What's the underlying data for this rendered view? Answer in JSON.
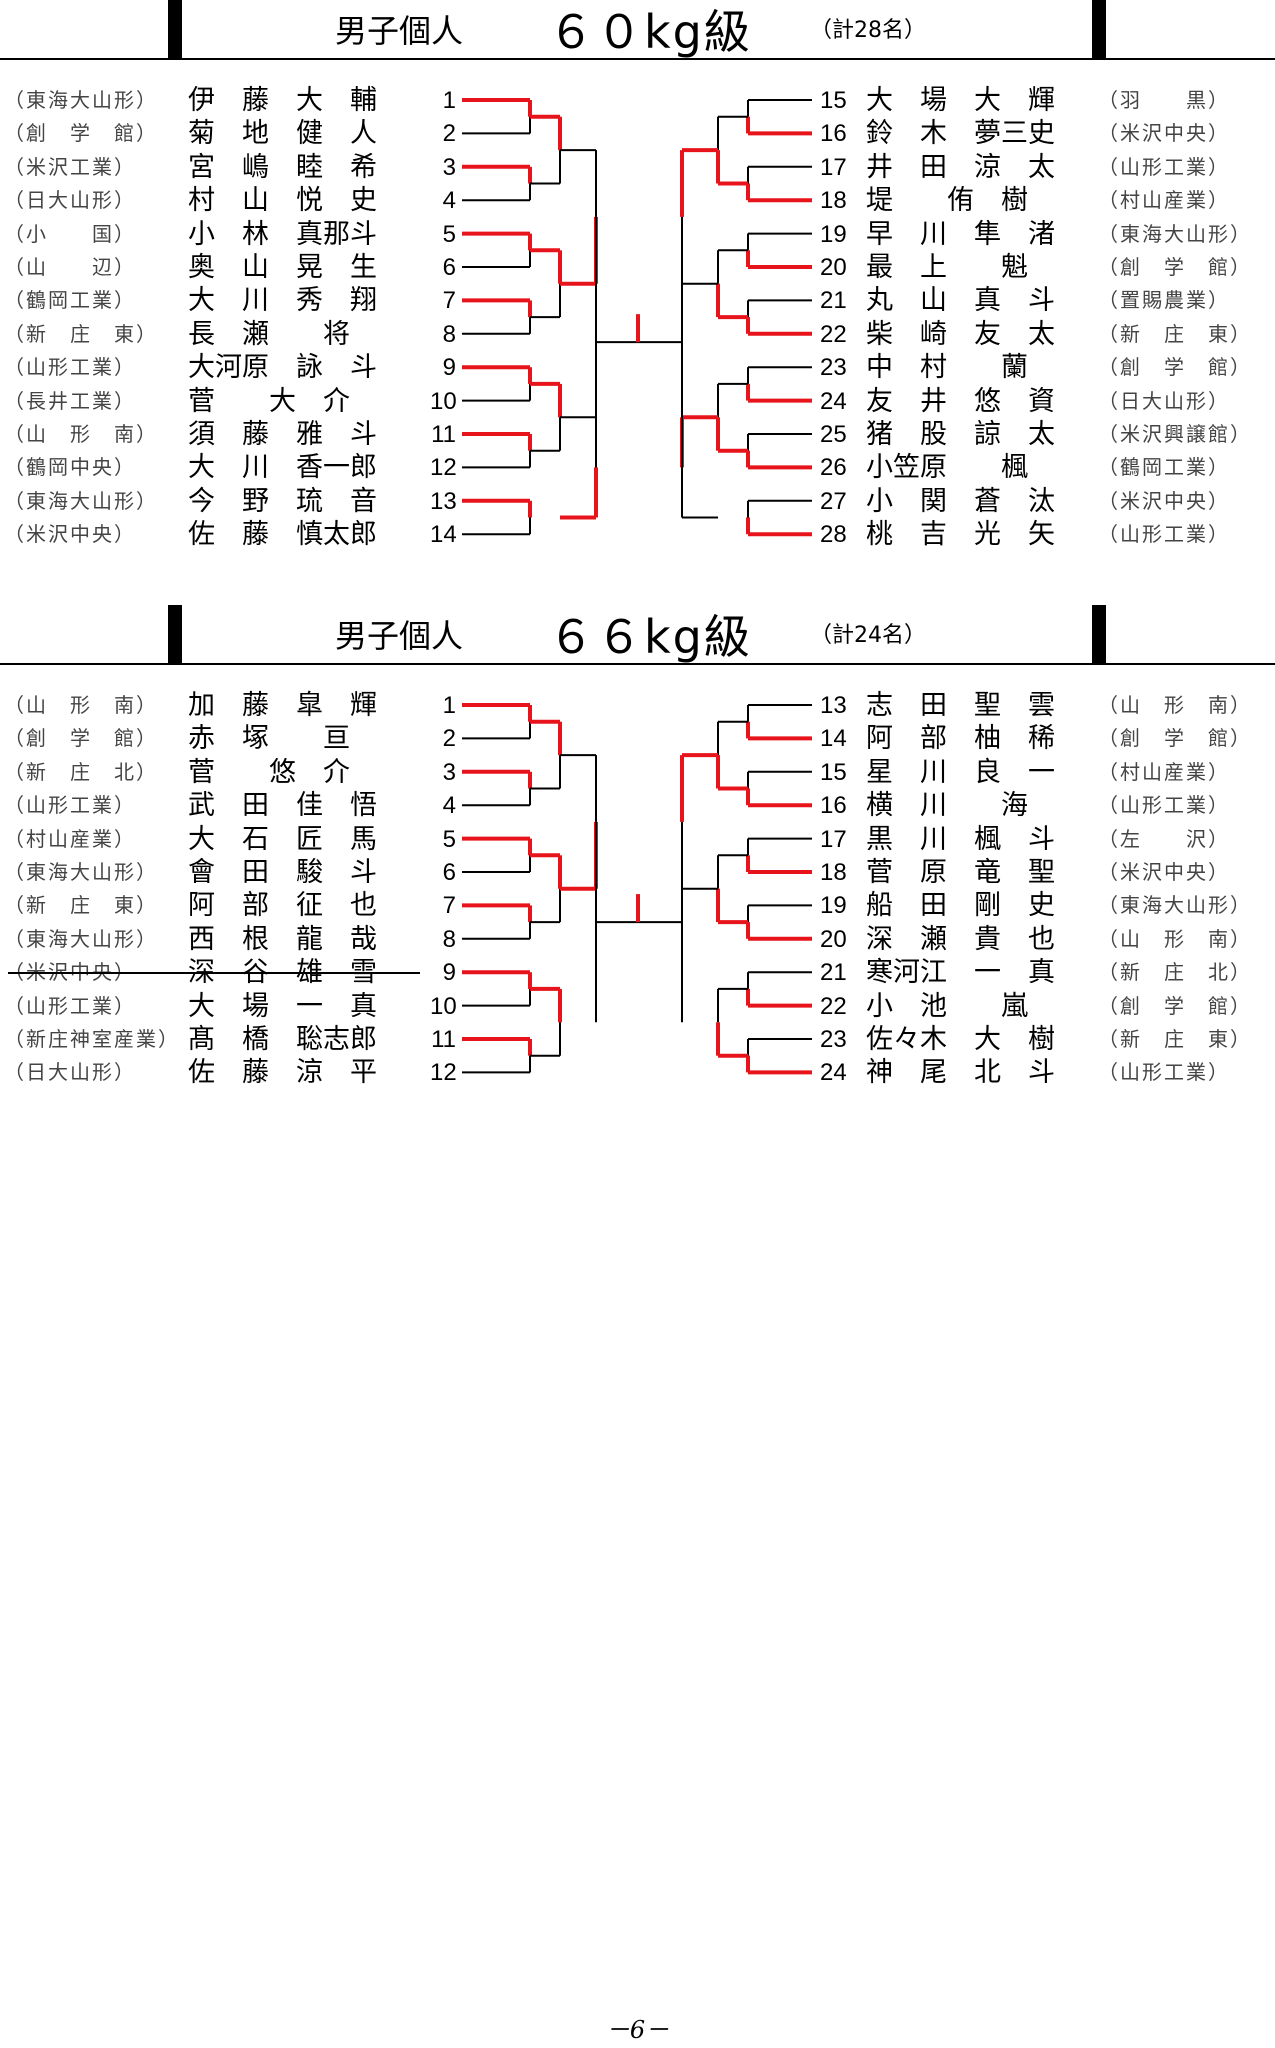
{
  "sections": [
    {
      "title": "男子個人",
      "weight_class": "６０kg級",
      "count": "（計28名）",
      "left": [
        {
          "team": "（東海大山形）",
          "name": "伊　藤　大　輔",
          "num": "1"
        },
        {
          "team": "（創　学　館）",
          "name": "菊　地　健　人",
          "num": "2"
        },
        {
          "team": "（米沢工業）",
          "name": "宮　嶋　睦　希",
          "num": "3"
        },
        {
          "team": "（日大山形）",
          "name": "村　山　悦　史",
          "num": "4"
        },
        {
          "team": "（小　　国）",
          "name": "小　林　真那斗",
          "num": "5"
        },
        {
          "team": "（山　　辺）",
          "name": "奥　山　晃　生",
          "num": "6"
        },
        {
          "team": "（鶴岡工業）",
          "name": "大　川　秀　翔",
          "num": "7"
        },
        {
          "team": "（新　庄　東）",
          "name": "長　瀬　　将",
          "num": "8"
        },
        {
          "team": "（山形工業）",
          "name": "大河原　詠　斗",
          "num": "9"
        },
        {
          "team": "（長井工業）",
          "name": "菅　　大　介",
          "num": "10"
        },
        {
          "team": "（山　形　南）",
          "name": "須　藤　雅　斗",
          "num": "11"
        },
        {
          "team": "（鶴岡中央）",
          "name": "大　川　香一郎",
          "num": "12"
        },
        {
          "team": "（東海大山形）",
          "name": "今　野　琉　音",
          "num": "13"
        },
        {
          "team": "（米沢中央）",
          "name": "佐　藤　慎太郎",
          "num": "14"
        }
      ],
      "right": [
        {
          "num": "15",
          "name": "大　場　大　輝",
          "team": "（羽　　黒）"
        },
        {
          "num": "16",
          "name": "鈴　木　夢三史",
          "team": "（米沢中央）"
        },
        {
          "num": "17",
          "name": "井　田　涼　太",
          "team": "（山形工業）"
        },
        {
          "num": "18",
          "name": "堤　　侑　樹",
          "team": "（村山産業）"
        },
        {
          "num": "19",
          "name": "早　川　隼　渚",
          "team": "（東海大山形）"
        },
        {
          "num": "20",
          "name": "最　上　　魁",
          "team": "（創　学　館）"
        },
        {
          "num": "21",
          "name": "丸　山　真　斗",
          "team": "（置賜農業）"
        },
        {
          "num": "22",
          "name": "柴　崎　友　太",
          "team": "（新　庄　東）"
        },
        {
          "num": "23",
          "name": "中　村　　蘭",
          "team": "（創　学　館）"
        },
        {
          "num": "24",
          "name": "友　井　悠　資",
          "team": "（日大山形）"
        },
        {
          "num": "25",
          "name": "猪　股　諒　太",
          "team": "（米沢興譲館）"
        },
        {
          "num": "26",
          "name": "小笠原　　楓",
          "team": "（鶴岡工業）"
        },
        {
          "num": "27",
          "name": "小　関　蒼　汰",
          "team": "（米沢中央）"
        },
        {
          "num": "28",
          "name": "桃　吉　光　矢",
          "team": "（山形工業）"
        }
      ]
    },
    {
      "title": "男子個人",
      "weight_class": "６６kg級",
      "count": "（計24名）",
      "left": [
        {
          "team": "（山　形　南）",
          "name": "加　藤　皐　輝",
          "num": "1"
        },
        {
          "team": "（創　学　館）",
          "name": "赤　塚　　亘",
          "num": "2"
        },
        {
          "team": "（新　庄　北）",
          "name": "菅　　悠　介",
          "num": "3"
        },
        {
          "team": "（山形工業）",
          "name": "武　田　佳　悟",
          "num": "4"
        },
        {
          "team": "（村山産業）",
          "name": "大　石　匠　馬",
          "num": "5"
        },
        {
          "team": "（東海大山形）",
          "name": "會　田　駿　斗",
          "num": "6"
        },
        {
          "team": "（新　庄　東）",
          "name": "阿　部　征　也",
          "num": "7"
        },
        {
          "team": "（東海大山形）",
          "name": "西　根　龍　哉",
          "num": "8"
        },
        {
          "team": "（米沢中央）",
          "name": "深　谷　雄　雪",
          "num": "9",
          "withdrawn": true
        },
        {
          "team": "（山形工業）",
          "name": "大　場　一　真",
          "num": "10"
        },
        {
          "team": "（新庄神室産業）",
          "name": "髙　橋　聡志郎",
          "num": "11"
        },
        {
          "team": "（日大山形）",
          "name": "佐　藤　涼　平",
          "num": "12"
        }
      ],
      "right": [
        {
          "num": "13",
          "name": "志　田　聖　雲",
          "team": "（山　形　南）"
        },
        {
          "num": "14",
          "name": "阿　部　柚　稀",
          "team": "（創　学　館）"
        },
        {
          "num": "15",
          "name": "星　川　良　一",
          "team": "（村山産業）"
        },
        {
          "num": "16",
          "name": "横　川　　海",
          "team": "（山形工業）"
        },
        {
          "num": "17",
          "name": "黒　川　楓　斗",
          "team": "（左　　沢）"
        },
        {
          "num": "18",
          "name": "菅　原　竜　聖",
          "team": "（米沢中央）"
        },
        {
          "num": "19",
          "name": "船　田　剛　史",
          "team": "（東海大山形）"
        },
        {
          "num": "20",
          "name": "深　瀬　貴　也",
          "team": "（山　形　南）"
        },
        {
          "num": "21",
          "name": "寒河江　一　真",
          "team": "（新　庄　北）"
        },
        {
          "num": "22",
          "name": "小　池　　嵐",
          "team": "（創　学　館）"
        },
        {
          "num": "23",
          "name": "佐々木　大　樹",
          "team": "（新　庄　東）"
        },
        {
          "num": "24",
          "name": "神　尾　北　斗",
          "team": "（山形工業）"
        }
      ]
    }
  ],
  "footer": "－6－",
  "colors": {
    "winner_line": "#e8141b",
    "bracket_line": "#000000"
  }
}
